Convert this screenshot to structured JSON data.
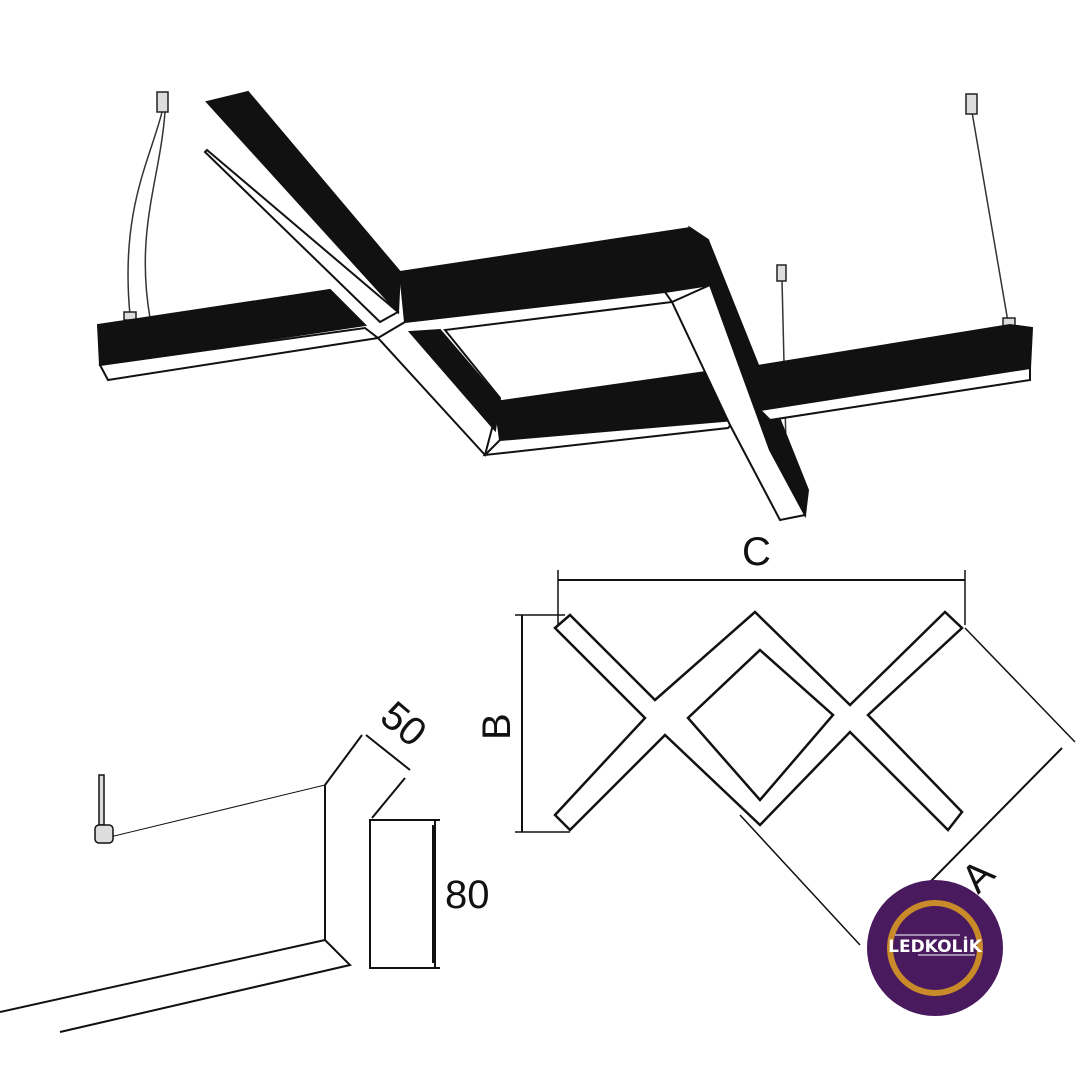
{
  "dimensions": {
    "a": "A",
    "b": "B",
    "c": "C",
    "width": "50",
    "height": "80"
  },
  "logo": {
    "text": "LEDKOLİK",
    "circle_color": "#4a1a5e",
    "ring_color": "#c98a2a"
  },
  "colors": {
    "fixture": "#111111",
    "light": "#ffffff",
    "line": "#222222"
  }
}
